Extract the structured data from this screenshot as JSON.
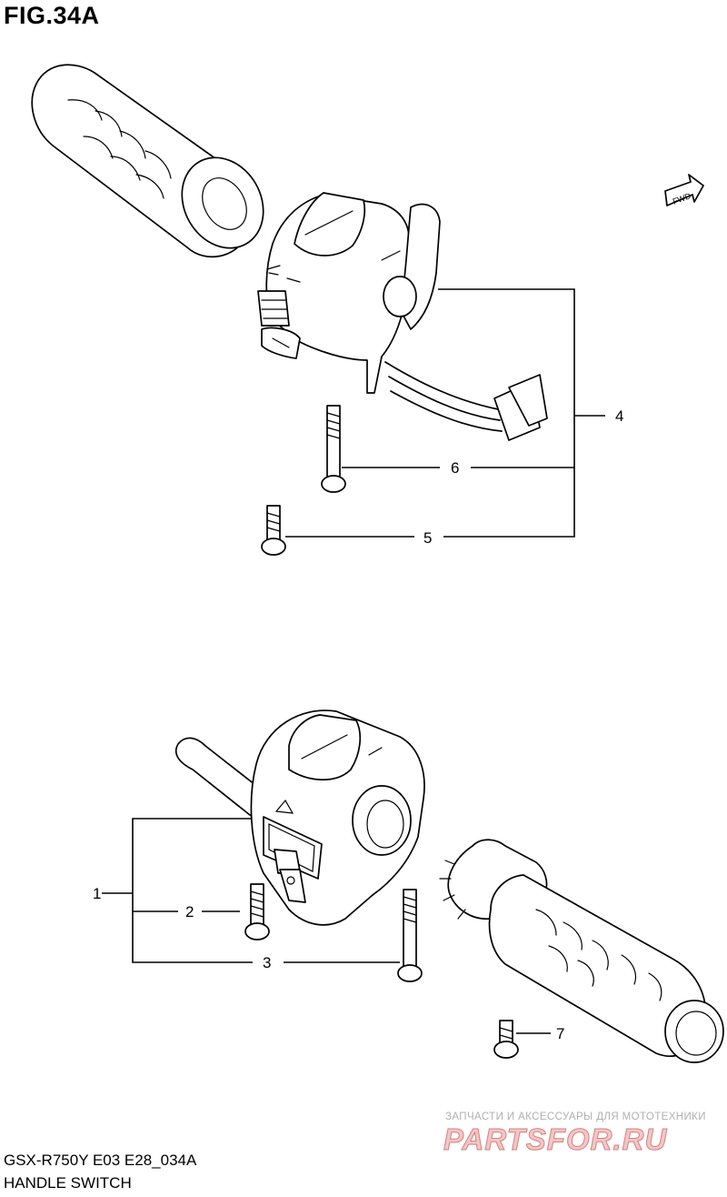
{
  "figure": {
    "title": "FIG.34A",
    "model_code": "GSX-R750Y E03 E28_034A",
    "section_name": "HANDLE SWITCH",
    "direction_label": "FWD"
  },
  "callouts": [
    "1",
    "2",
    "3",
    "4",
    "5",
    "6",
    "7"
  ],
  "watermark": {
    "tagline": "ЗАПЧАСТИ И АКСЕССУАРЫ ДЛЯ МОТОТЕХНИКИ",
    "brand": "PARTSFOR.RU"
  }
}
